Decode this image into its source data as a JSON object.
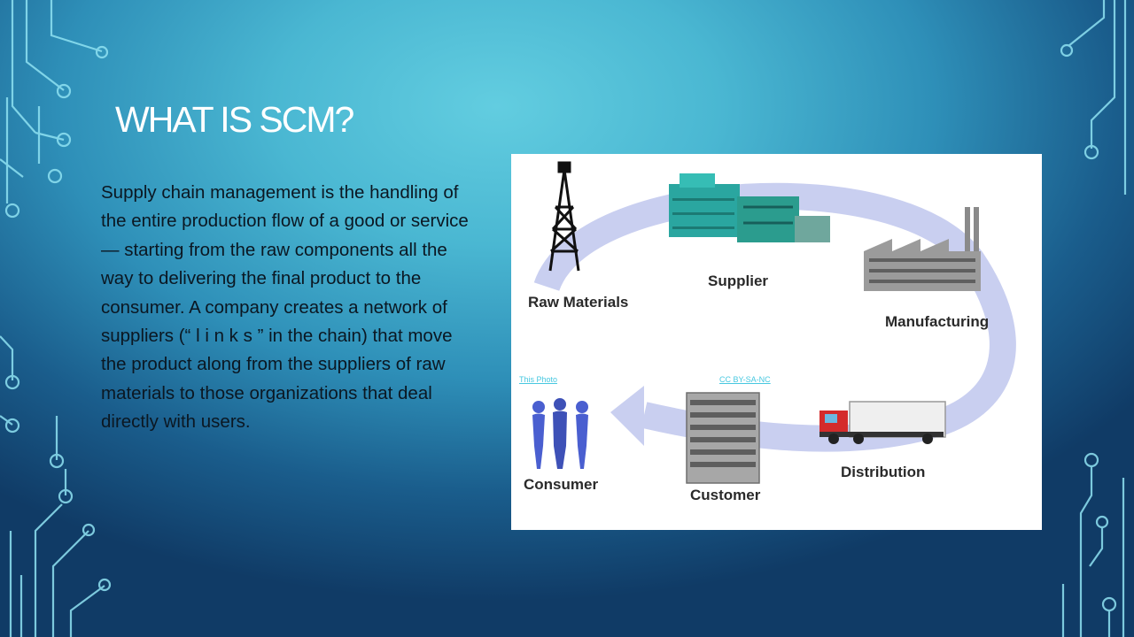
{
  "slide": {
    "title": "WHAT IS SCM?",
    "body": "Supply chain management is the handling of the entire production flow of a good or service — starting from the raw components all the way to delivering the final product to the consumer. A company creates a network of suppliers (“ l i n k s ” in the chain) that move the product along from the suppliers of raw materials to those organizations that deal directly with users."
  },
  "diagram": {
    "stages": {
      "raw_materials": "Raw Materials",
      "supplier": "Supplier",
      "manufacturing": "Manufacturing",
      "distribution": "Distribution",
      "customer": "Customer",
      "consumer": "Consumer"
    },
    "attribution": {
      "photo_link": "This Photo",
      "license_link": "CC BY-SA-NC"
    },
    "colors": {
      "arrow": "#c9cff0",
      "accent_teal": "#2aa6a0",
      "link": "#47c8e0"
    }
  }
}
